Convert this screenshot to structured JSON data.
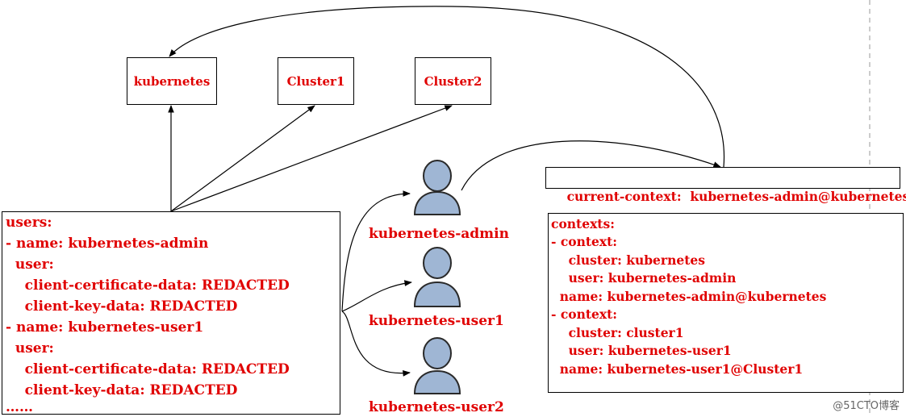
{
  "clusters": [
    {
      "id": "kubernetes",
      "label": "kubernetes"
    },
    {
      "id": "cluster1",
      "label": "Cluster1"
    },
    {
      "id": "cluster2",
      "label": "Cluster2"
    }
  ],
  "current_context": {
    "text": "current-context:  kubernetes-admin@kubernetes"
  },
  "users_yaml": [
    "users:",
    "- name: kubernetes-admin",
    "  user:",
    "    client-certificate-data: REDACTED",
    "    client-key-data: REDACTED",
    "- name: kubernetes-user1",
    "  user:",
    "    client-certificate-data: REDACTED",
    "    client-key-data: REDACTED",
    "……"
  ],
  "contexts_yaml": [
    "contexts:",
    "- context:",
    "    cluster: kubernetes",
    "    user: kubernetes-admin",
    "  name: kubernetes-admin@kubernetes",
    "- context:",
    "    cluster: cluster1",
    "    user: kubernetes-user1",
    "  name: kubernetes-user1@Cluster1"
  ],
  "users": [
    {
      "label": "kubernetes-admin",
      "icon": "user-icon"
    },
    {
      "label": "kubernetes-user1",
      "icon": "user-icon"
    },
    {
      "label": "kubernetes-user2",
      "icon": "user-icon"
    }
  ],
  "watermark": "@51CTO博客",
  "colors": {
    "text": "#e00000",
    "icon_fill": "#9fb6d4",
    "icon_stroke": "#2a2a2a"
  }
}
